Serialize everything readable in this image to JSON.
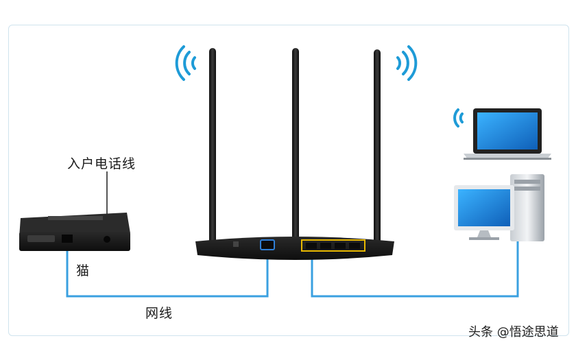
{
  "labels": {
    "phone_line": "入户电话线",
    "modem": "猫",
    "network_cable": "网线"
  },
  "watermark": "头条 @悟途思道",
  "colors": {
    "cable": "#3aa0e0",
    "wifi": "#1e9bd7",
    "device_dark": "#1c1c1c",
    "lan_ports": "#e8b800",
    "wan_port": "#2f7fd8"
  },
  "icons": {
    "router_wifi_left": "wifi-waves-icon",
    "router_wifi_right": "wifi-waves-icon",
    "laptop_wifi": "wifi-waves-icon"
  }
}
